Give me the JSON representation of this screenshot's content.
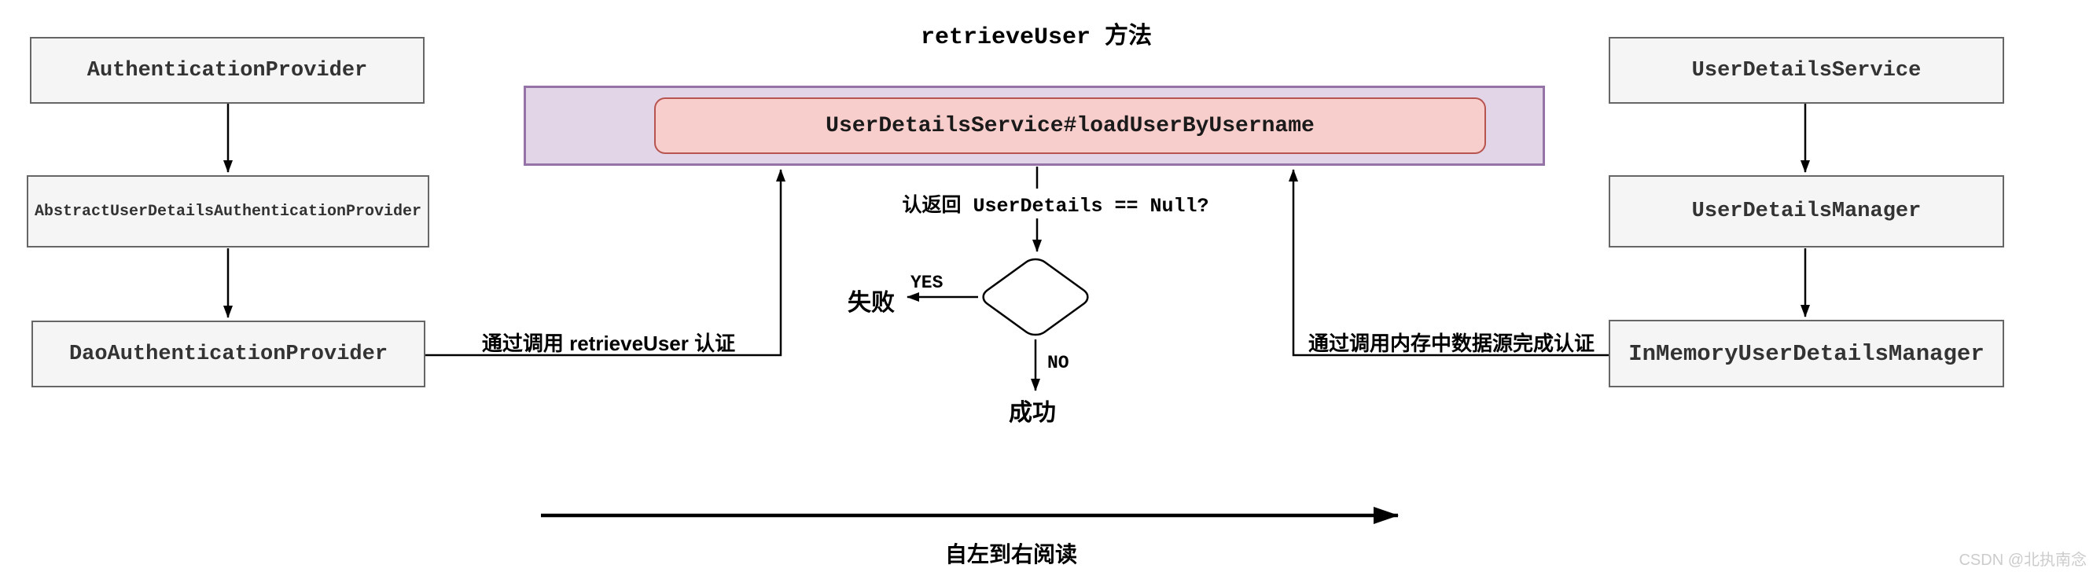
{
  "title": "retrieveUser 方法",
  "nodes": {
    "left": [
      {
        "label": "AuthenticationProvider"
      },
      {
        "label": "AbstractUserDetailsAuthenticationProvider"
      },
      {
        "label": "DaoAuthenticationProvider"
      }
    ],
    "right": [
      {
        "label": "UserDetailsService"
      },
      {
        "label": "UserDetailsManager"
      },
      {
        "label": "InMemoryUserDetailsManager"
      }
    ],
    "highlight": {
      "label": "UserDetailsService#loadUserByUsername"
    }
  },
  "decision": {
    "question": "认返回 UserDetails == Null?",
    "yes": "YES",
    "no": "NO",
    "fail": "失败",
    "success": "成功"
  },
  "edges": {
    "left_label": "通过调用 retrieveUser 认证",
    "right_label": "通过调用内存中数据源完成认证"
  },
  "footer": {
    "reading_direction": "自左到右阅读"
  },
  "watermark": "CSDN @北执南念",
  "colors": {
    "node_fill": "#f5f5f5",
    "node_border": "#666666",
    "container_fill": "#e1d5e7",
    "container_border": "#9673a6",
    "highlight_fill": "#f8cecc",
    "highlight_border": "#b85450",
    "arrow": "#000000",
    "watermark_text": "#cccccc"
  }
}
